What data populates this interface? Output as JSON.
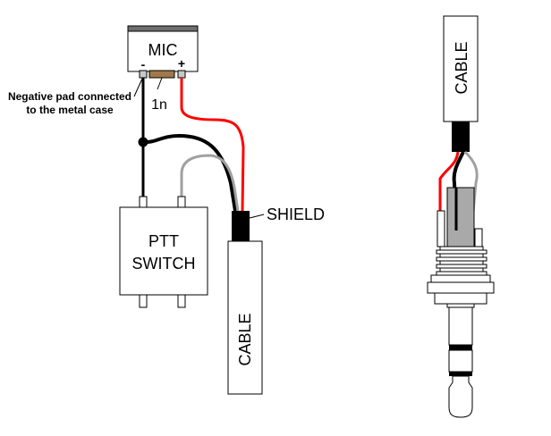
{
  "labels": {
    "mic": "MIC",
    "minus": "-",
    "plus": "+",
    "capacitor": "1n",
    "note_line1": "Negative pad connected",
    "note_line2": "to the metal case",
    "ptt_line1": "PTT",
    "ptt_line2": "SWITCH",
    "shield": "SHIELD",
    "cable_left": "CABLE",
    "cable_right": "CABLE"
  },
  "colors": {
    "wire_black": "#000000",
    "wire_red": "#ff0000",
    "wire_gray": "#a0a0a0",
    "capacitor": "#a0784a",
    "mic_top": "#6e6e6e",
    "connector_gray": "#c8c8c8"
  }
}
